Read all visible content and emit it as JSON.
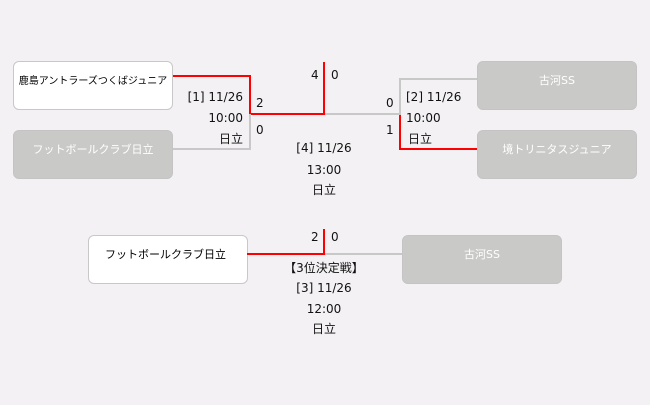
{
  "semifinal1": {
    "team_top": "鹿島アントラーズつくばジュニア",
    "team_bottom": "フットボールクラブ日立",
    "info": "[1] 11/26",
    "time": "10:00",
    "venue": "日立",
    "score_top": "2",
    "score_bottom": "0"
  },
  "semifinal2": {
    "team_top": "古河SS",
    "team_bottom": "境トリニタスジュニア",
    "info": "[2] 11/26",
    "time": "10:00",
    "venue": "日立",
    "score_top": "0",
    "score_bottom": "1"
  },
  "final": {
    "info": "[4] 11/26",
    "time": "13:00",
    "venue": "日立",
    "score_left": "4",
    "score_right": "0"
  },
  "third_place": {
    "title": "【3位決定戦】",
    "team_left": "フットボールクラブ日立",
    "team_right": "古河SS",
    "info": "[3] 11/26",
    "time": "12:00",
    "venue": "日立",
    "score_left": "2",
    "score_right": "0"
  }
}
